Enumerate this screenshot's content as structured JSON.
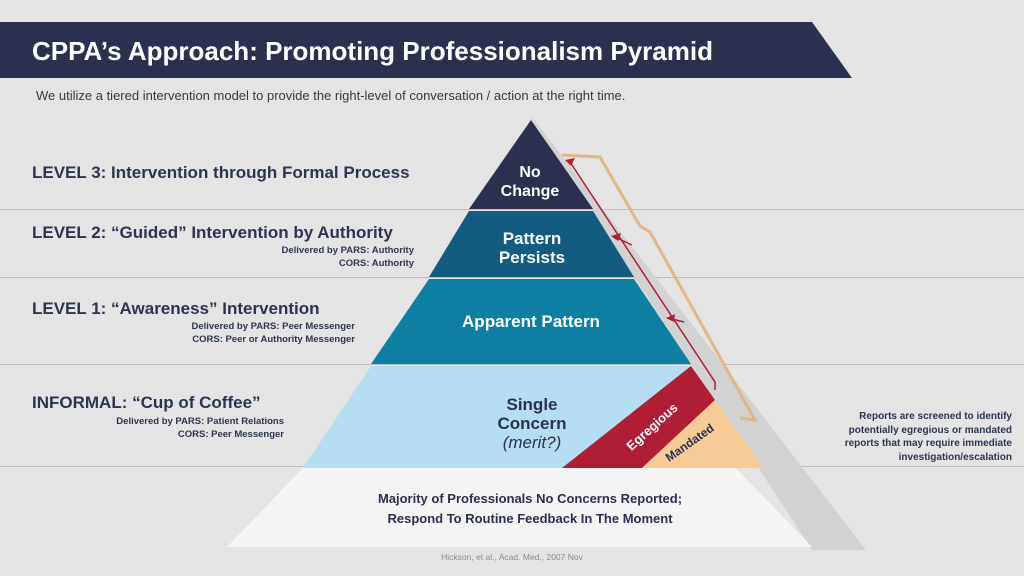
{
  "title": "CPPA’s Approach: Promoting Professionalism Pyramid",
  "subtitle": "We utilize a tiered intervention model to provide the right-level of conversation / action at the right time.",
  "levels": [
    {
      "title": "LEVEL 3:  Intervention through Formal Process",
      "lines": []
    },
    {
      "title": "LEVEL 2:  “Guided” Intervention by Authority",
      "lines": [
        "Delivered by PARS: Authority",
        "CORS: Authority"
      ]
    },
    {
      "title": "LEVEL 1:  “Awareness” Intervention",
      "lines": [
        "Delivered by PARS: Peer Messenger",
        "CORS: Peer or Authority Messenger"
      ]
    },
    {
      "title": "INFORMAL:  “Cup of Coffee”",
      "lines": [
        "Delivered by PARS: Patient Relations",
        "CORS: Peer Messenger"
      ]
    }
  ],
  "pyramid": {
    "tier4": [
      "No",
      "Change"
    ],
    "tier3": [
      "Pattern",
      "Persists"
    ],
    "tier2": "Apparent Pattern",
    "tier1": [
      "Single",
      "Concern",
      "(merit?)"
    ],
    "egregious": "Egregious",
    "mandated": "Mandated",
    "base": [
      "Majority of Professionals No Concerns Reported;",
      "Respond To Routine Feedback In The Moment"
    ]
  },
  "note": [
    "Reports are screened to identify",
    "potentially egregious or mandated",
    "reports that may require immediate",
    "investigation/escalation"
  ],
  "citation": "Hickson, et al., Acad. Med., 2007 Nov",
  "colors": {
    "navy": "#2b3050",
    "tier3": "#115c80",
    "tier2": "#0e7fa3",
    "tier1": "#b5def0",
    "base": "#f4f4f4",
    "egregious": "#b01e35",
    "mandated": "#f5cc96",
    "arrow": "#b01e35",
    "bracket": "#e0b887"
  }
}
